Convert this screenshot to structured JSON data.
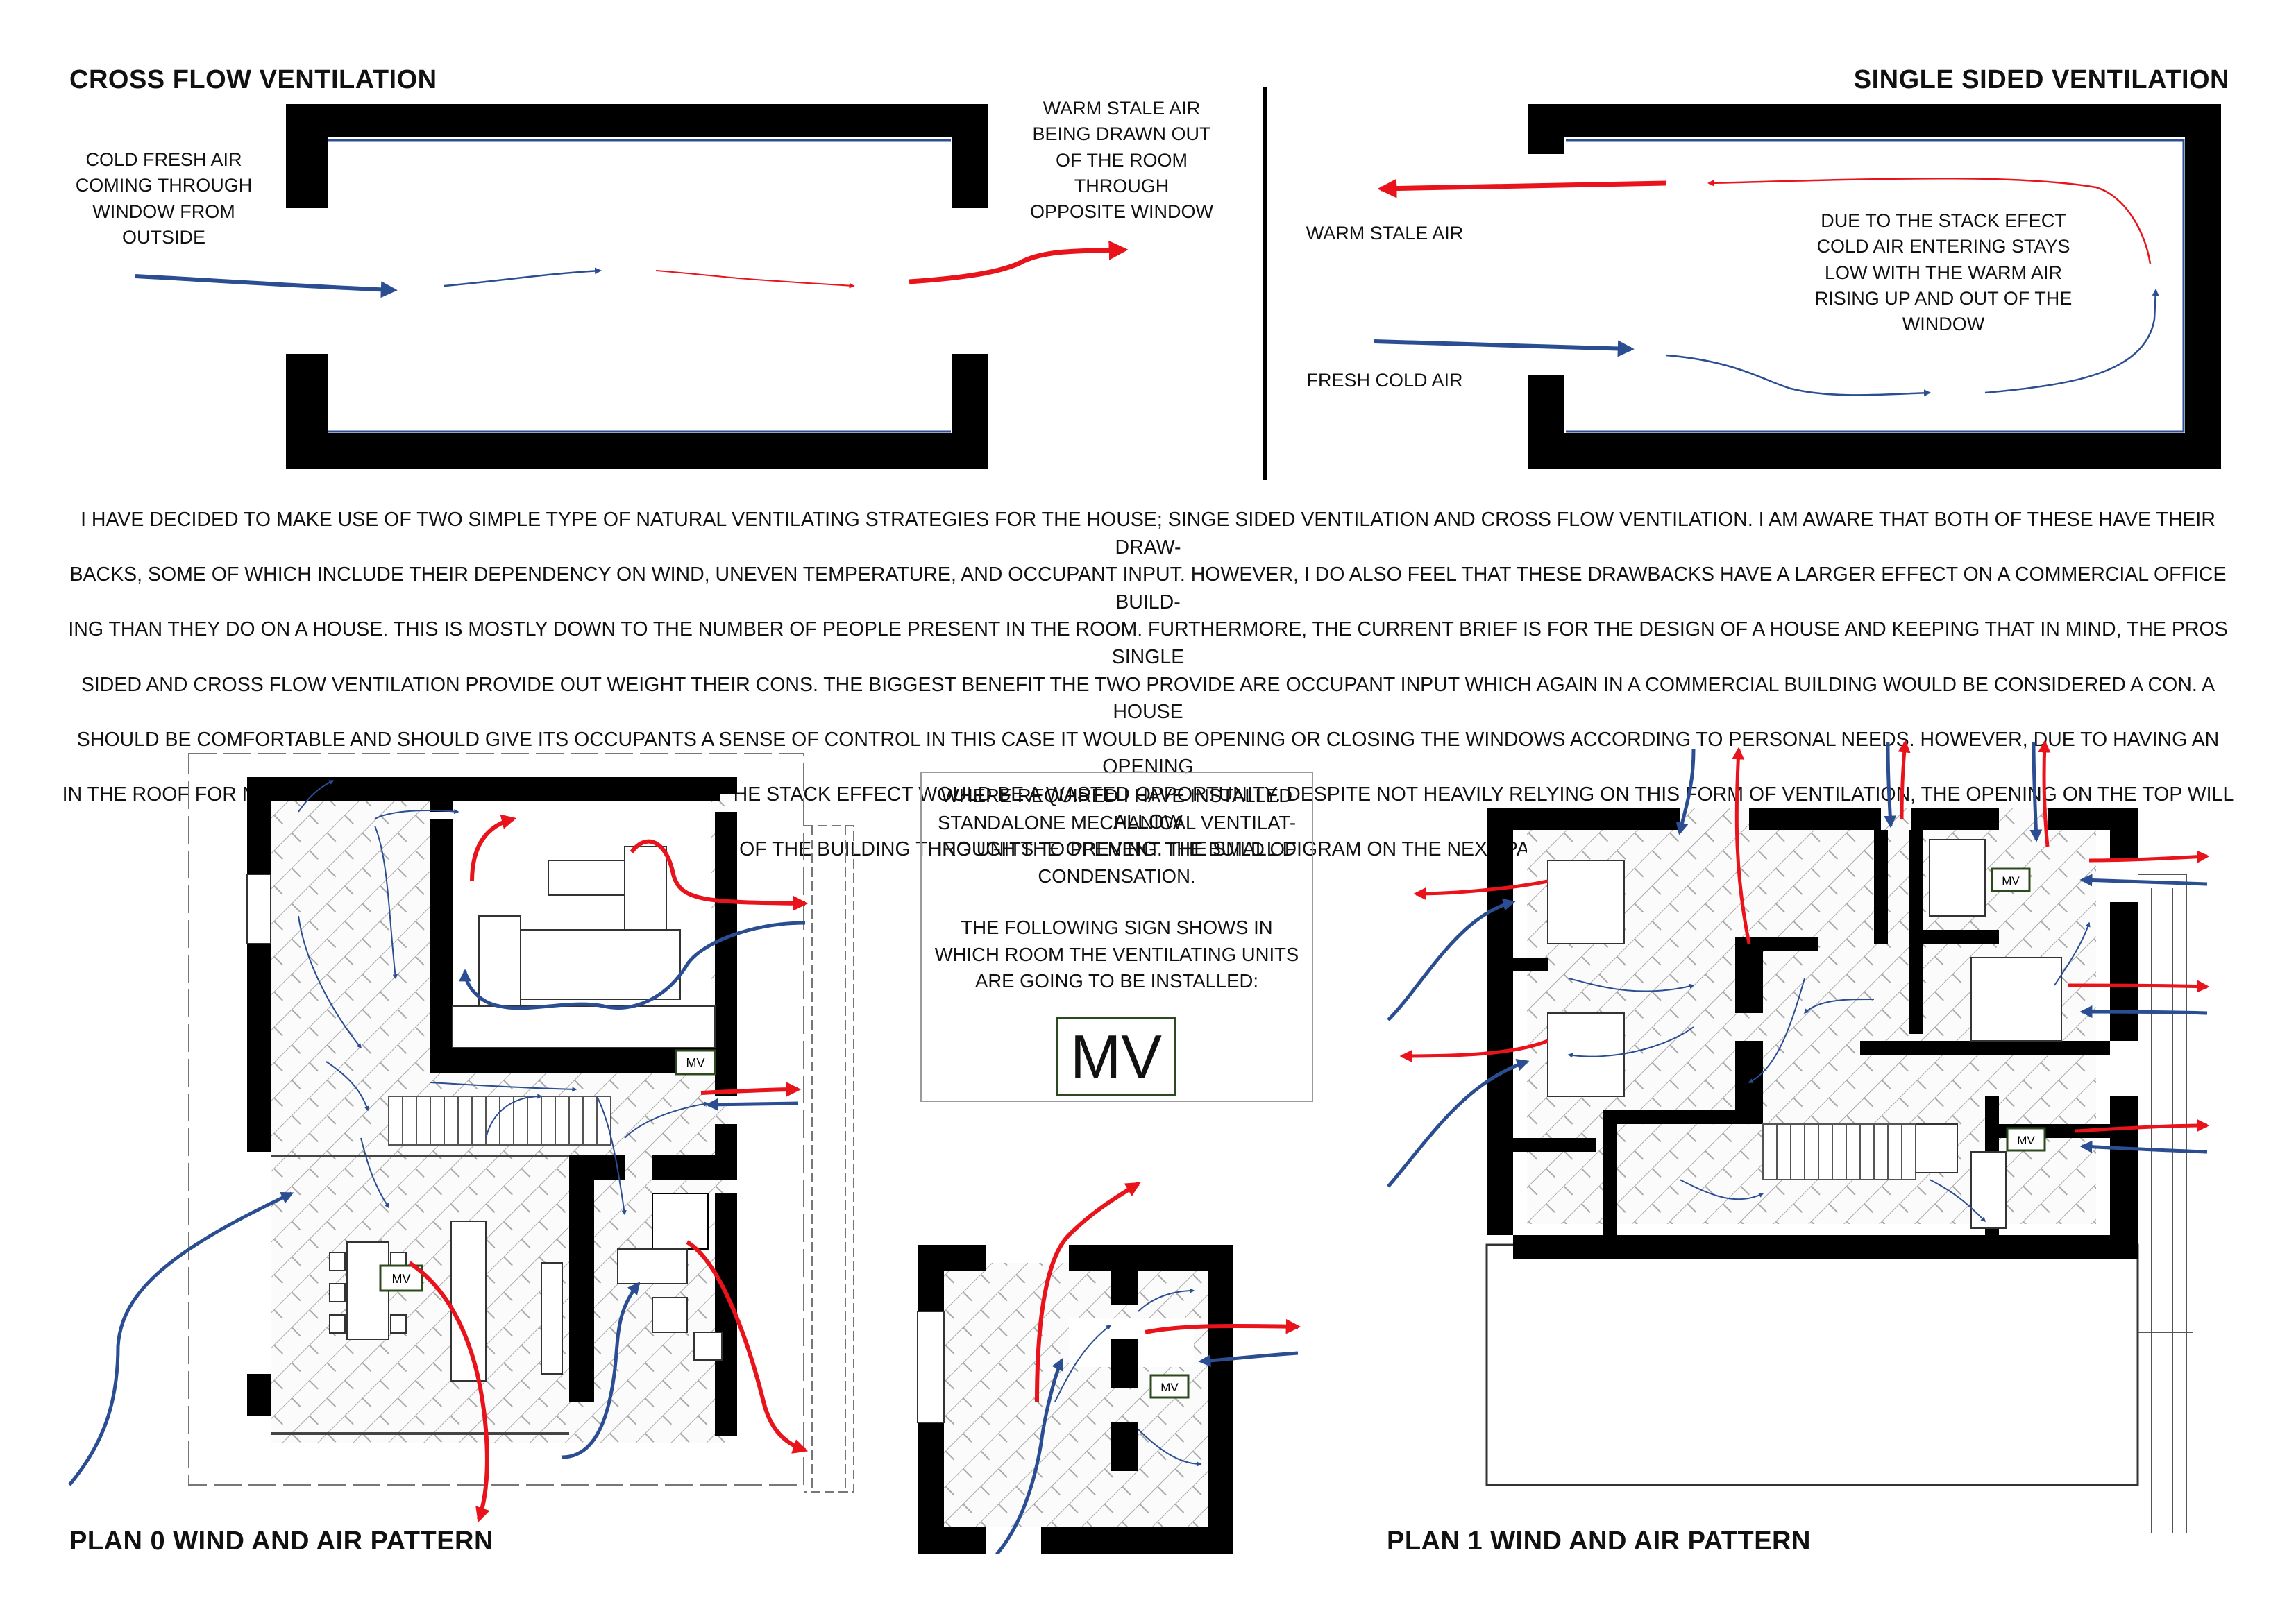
{
  "cross_flow": {
    "title": "CROSS FLOW VENTILATION",
    "label_cold": [
      "COLD FRESH AIR",
      "COMING THROUGH",
      "WINDOW FROM",
      "OUTSIDE"
    ],
    "label_warm": [
      "WARM STALE AIR",
      "BEING DRAWN OUT",
      "OF THE ROOM",
      "THROUGH",
      "OPPOSITE WINDOW"
    ]
  },
  "single_sided": {
    "title": "SINGLE SIDED VENTILATION",
    "label_warm": "WARM STALE AIR",
    "label_cold": "FRESH COLD AIR",
    "label_stack": [
      "DUE TO THE STACK EFECT",
      "COLD AIR ENTERING STAYS",
      "LOW WITH THE WARM AIR",
      "RISING UP AND OUT OF THE",
      "WINDOW"
    ]
  },
  "description": [
    "I HAVE DECIDED TO MAKE USE OF TWO SIMPLE TYPE OF NATURAL VENTILATING STRATEGIES FOR THE HOUSE; SINGE SIDED VENTILATION AND CROSS FLOW VENTILATION. I AM AWARE THAT BOTH OF THESE HAVE THEIR DRAW-",
    "BACKS, SOME OF WHICH INCLUDE THEIR DEPENDENCY ON WIND, UNEVEN TEMPERATURE, AND OCCUPANT INPUT. HOWEVER, I DO ALSO FEEL THAT THESE DRAWBACKS HAVE A LARGER EFFECT ON A COMMERCIAL OFFICE BUILD-",
    "ING THAN THEY DO ON A HOUSE. THIS IS MOSTLY DOWN TO THE NUMBER OF PEOPLE PRESENT IN THE ROOM. FURTHERMORE, THE CURRENT BRIEF IS FOR THE DESIGN OF A HOUSE AND KEEPING THAT IN MIND, THE PROS SINGLE",
    "SIDED AND CROSS FLOW VENTILATION PROVIDE OUT WEIGHT THEIR CONS. THE BIGGEST BENEFIT THE TWO PROVIDE ARE OCCUPANT INPUT WHICH AGAIN IN A COMMERCIAL BUILDING WOULD BE CONSIDERED A CON. A HOUSE",
    "SHOULD BE COMFORTABLE AND SHOULD GIVE ITS OCCUPANTS A SENSE OF CONTROL IN THIS CASE IT WOULD BE OPENING OR CLOSING THE WINDOWS ACCORDING TO PERSONAL NEEDS. HOWEVER, DUE TO HAVING AN OPENING",
    "IN THE ROOF FOR NATURAL LIGHTING, NOT MAKING USE OF IT FOR THE STACK EFFECT WOULD BE A WASTED OPPORTUNITY. DESPITE NOT HEAVILY RELYING ON THIS FORM OF VENTILATION, THE OPENING ON THE TOP WILL ALLOW",
    "THE WARM AIR TO RISE UP AND OUT OF THE BUILDING THROUGH THE OPENING. THE SMALL DIGRAM ON THE NEXT PAGE EXPLAINS HOW THIS WOULD WORK."
  ],
  "mv_box": {
    "lines_1": [
      "WHERE REQUIRED I HAVE INSTALLED",
      "STANDALONE MECHANICAL VENTILAT-",
      "ING UNITS TO PREVENT THE BUILD OF",
      "CONDENSATION."
    ],
    "lines_2": [
      "THE FOLLOWING SIGN SHOWS IN",
      "WHICH ROOM THE VENTILATING UNITS",
      "ARE GOING TO BE INSTALLED:"
    ],
    "sign": "MV"
  },
  "mv_tag": "MV",
  "plan0": {
    "title": "PLAN 0 WIND AND AIR PATTERN"
  },
  "plan1": {
    "title": "PLAN 1 WIND AND AIR PATTERN"
  },
  "colors": {
    "warm": "#e8131b",
    "cold": "#2b4d92",
    "wall": "#000000",
    "mv_border": "#2d4a1e",
    "hatch": "#a9a9a9"
  }
}
